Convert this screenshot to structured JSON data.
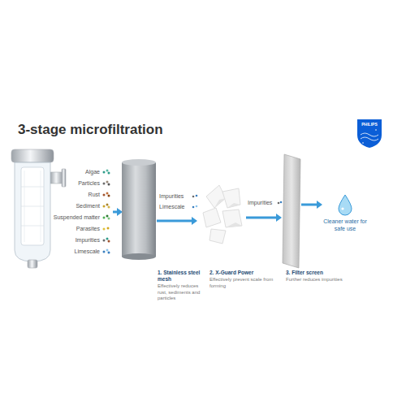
{
  "diagram": {
    "title": "3-stage microfiltration",
    "nodes": [
      {
        "text": [
          "1. Stainless steel mesh",
          "Effectively reduces rust, sediments and particles"
        ]
      },
      {
        "text": [
          "2. X-Guard Power",
          "Effectively prevent scale from forming"
        ]
      },
      {
        "text": [
          "3. Filter screen",
          "Further reduces impurities"
        ]
      },
      {
        "text": [
          "Cleaner water for safe use"
        ]
      }
    ],
    "edges": [
      {
        "from": 0,
        "to": 1,
        "arrow": "to"
      },
      {
        "from": 1,
        "to": 2,
        "arrow": "to"
      },
      {
        "from": 2,
        "to": 3,
        "arrow": "to"
      }
    ],
    "labels": [
      "Algae",
      "Particles",
      "Rust",
      "Sediment",
      "Suspended matter",
      "Parasites",
      "Impurities",
      "Limescale",
      "Impurities",
      "Limescale",
      "Impurities",
      "PHILIPS"
    ]
  }
}
